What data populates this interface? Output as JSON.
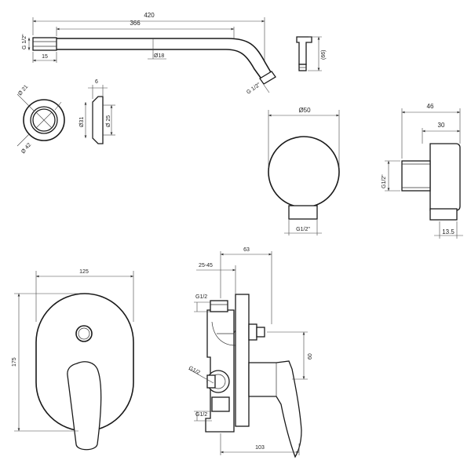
{
  "views": {
    "arm": {
      "length_total": "420",
      "length_inner": "366",
      "thread_left": "G 1/2\"",
      "tip_len": "15",
      "diameter": "Ø18",
      "thread_right": "G 1/2\""
    },
    "elbow": {
      "height": "(66)"
    },
    "flange": {
      "d_ring": "Ø 21",
      "d_outer": "Ø 42",
      "thickness": "6",
      "d_31": "Ø31",
      "d_25": "Ø 25"
    },
    "outlet_front": {
      "diameter": "Ø50",
      "thread": "G1/2\""
    },
    "outlet_side": {
      "width_46": "46",
      "width_30": "30",
      "thread": "G1/2\"",
      "depth": "13.5"
    },
    "plate": {
      "width": "125",
      "height": "175"
    },
    "valve_body": {
      "width_63": "63",
      "range": "25-45",
      "thread_top": "G1/2",
      "thread_mid": "G1/2",
      "thread_bottom": "G1/2",
      "height_60": "60",
      "depth_103": "103"
    }
  }
}
